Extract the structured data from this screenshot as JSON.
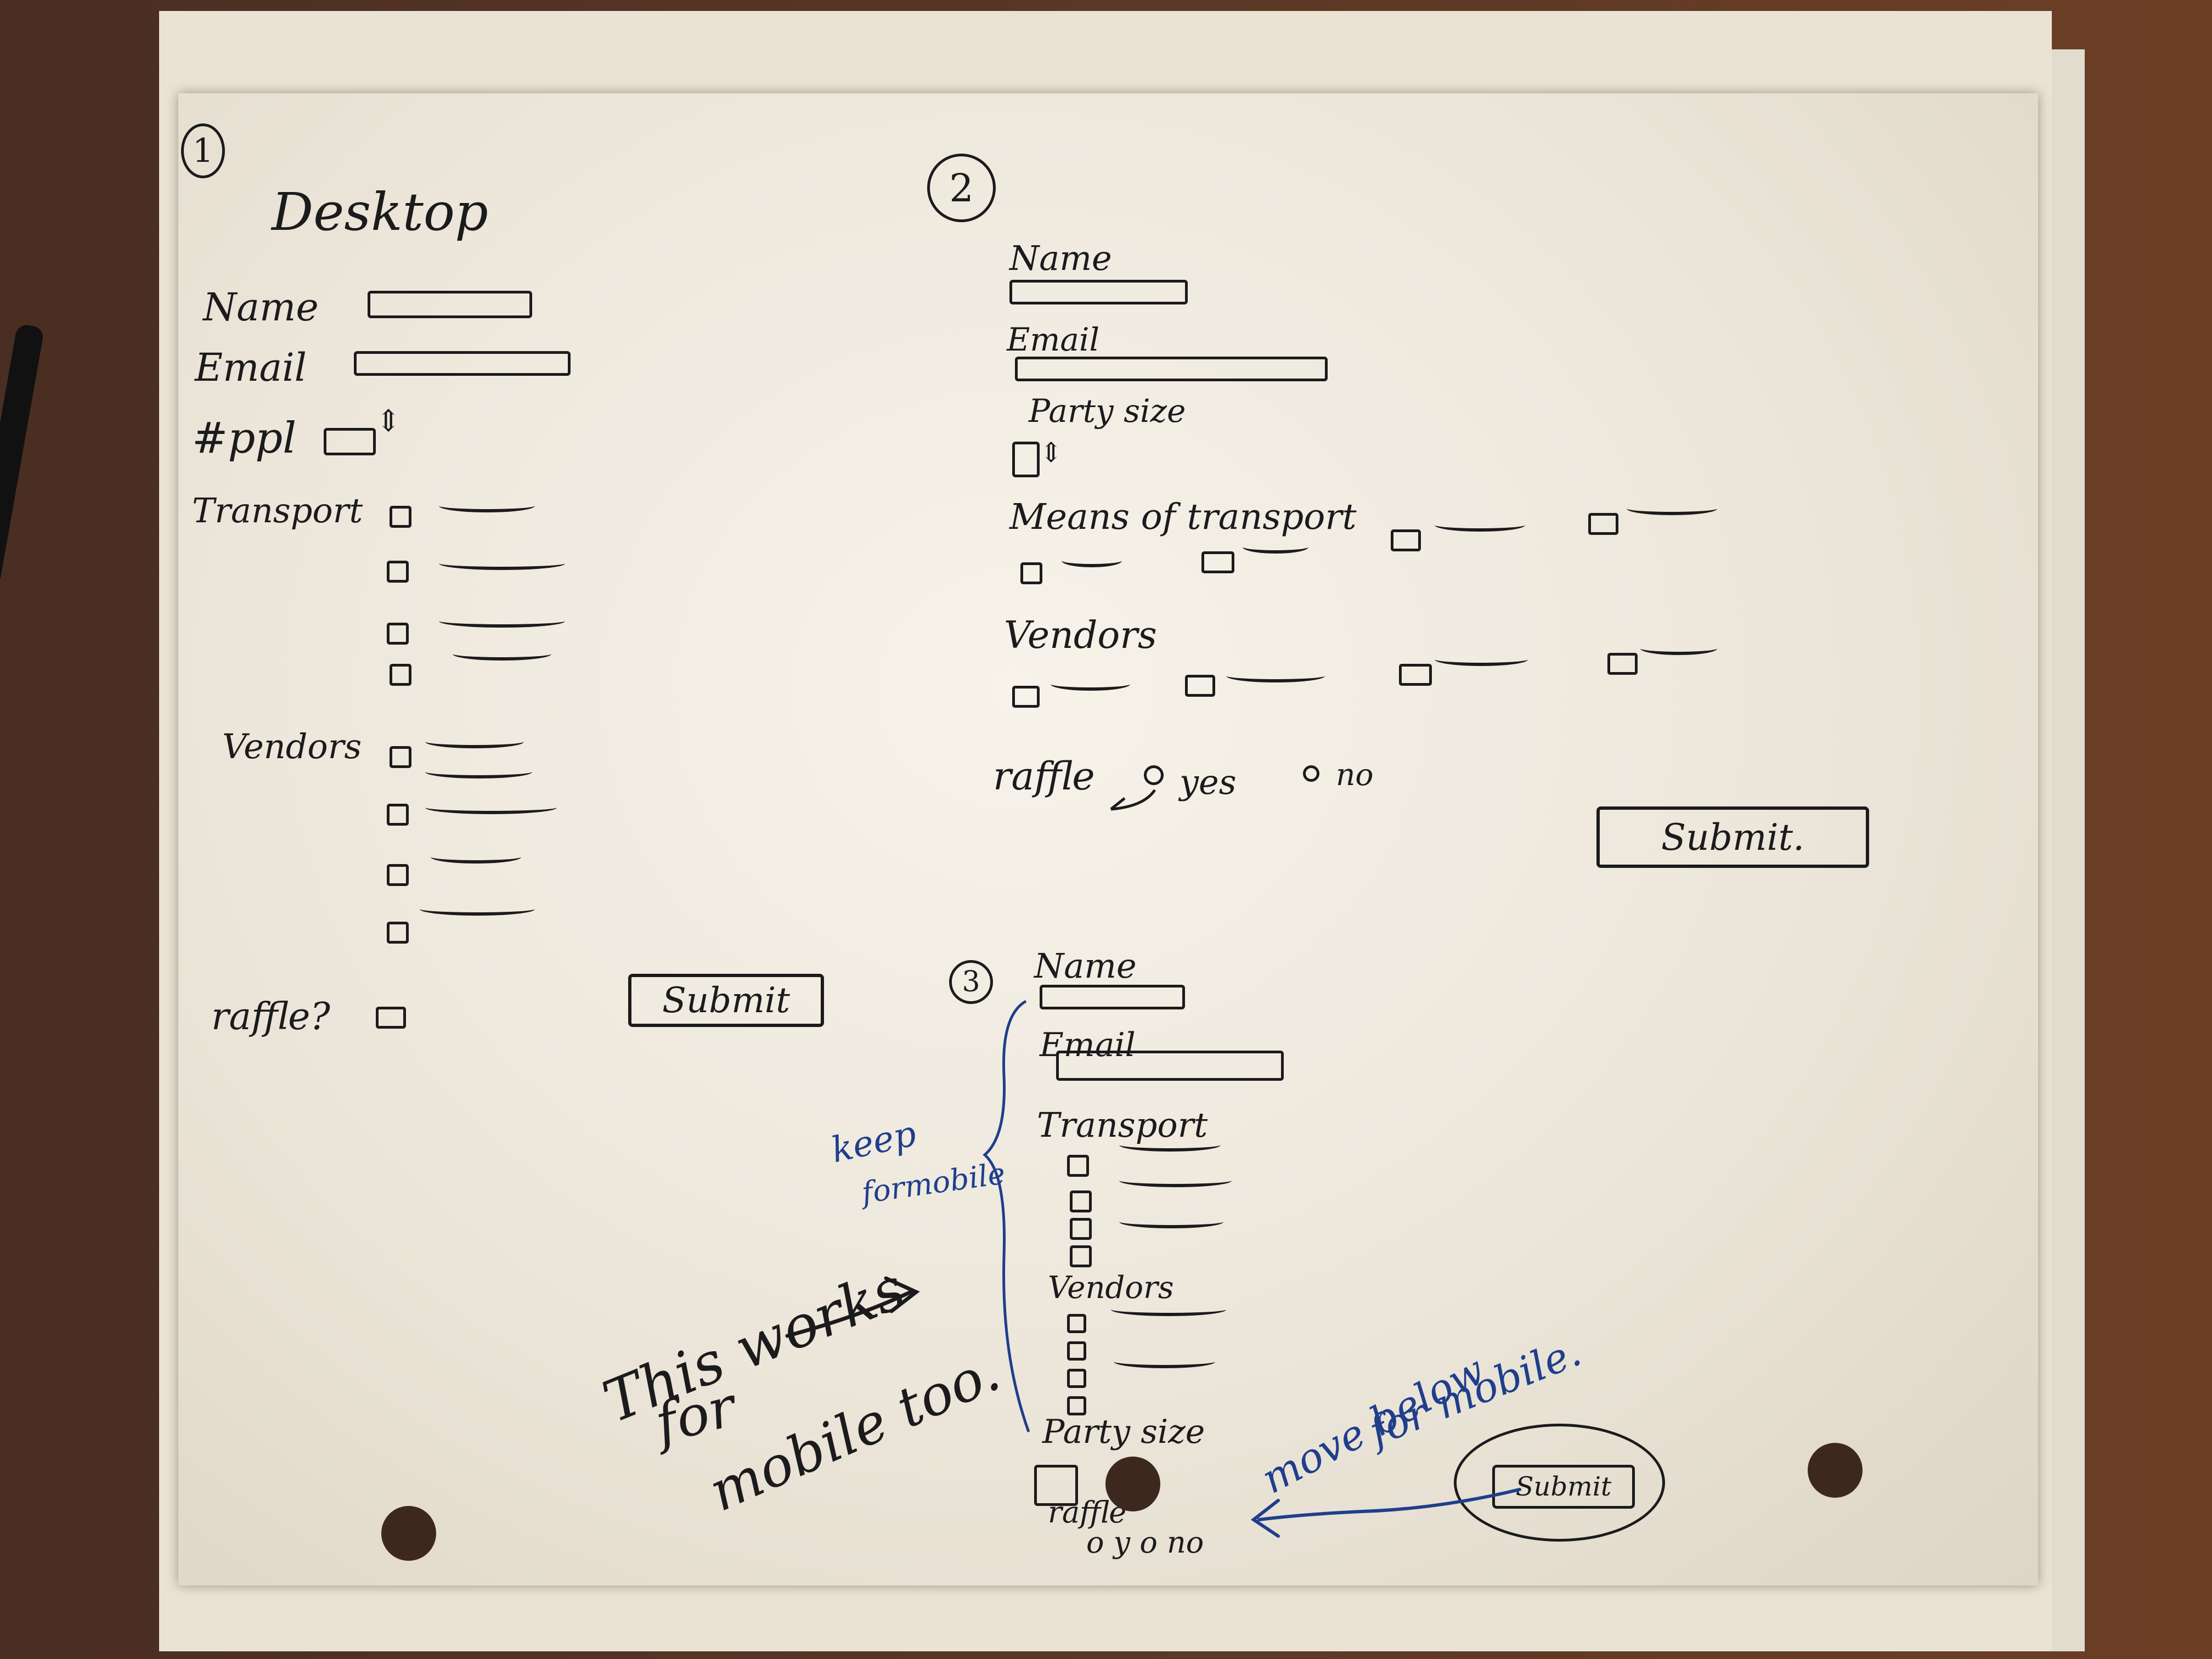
{
  "sketch1": {
    "number": "1",
    "title": "Desktop",
    "name_label": "Name",
    "email_label": "Email",
    "people_label": "#ppl",
    "transport_label": "Transport",
    "vendors_label": "Vendors",
    "raffle_label": "raffle?",
    "submit_label": "Submit"
  },
  "sketch2": {
    "number": "2",
    "name_label": "Name",
    "email_label": "Email",
    "party_label": "Party size",
    "transport_label": "Means of transport",
    "vendors_label": "Vendors",
    "raffle_label": "raffle",
    "yes_label": "yes",
    "no_label": "no",
    "submit_label": "Submit."
  },
  "sketch3": {
    "number": "3",
    "name_label": "Name",
    "email_label": "Email",
    "transport_label": "Transport",
    "vendors_label": "Vendors",
    "party_label": "Party size",
    "raffle_label": "raffle",
    "options": "o y o no",
    "submit_label": "Submit"
  },
  "notes": {
    "keep_line1": "keep",
    "keep_line2": "formobile",
    "works_line1": "This works",
    "works_line2": "for",
    "works_line3": "mobile too.",
    "move_line1": "move below",
    "move_line2": "for mobile."
  },
  "colors": {
    "ink": "#1b1b1d",
    "blue_ink": "#1f3e8c",
    "paper": "#f4f0e6"
  }
}
